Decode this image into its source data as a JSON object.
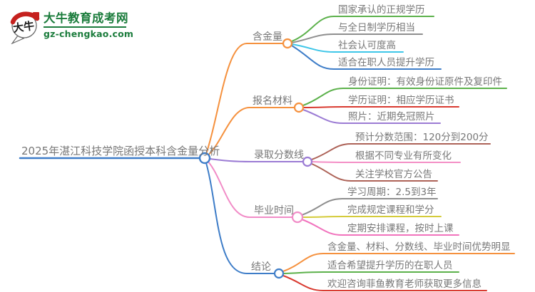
{
  "logo": {
    "icon_text": "大牛",
    "title": "大牛教育成考网",
    "domain": "gz-chengkao.com",
    "brand_color": "#1b7c3c",
    "seal_color": "#c5211e"
  },
  "central": {
    "title": "2025年湛江科技学院函授本科含金量分析",
    "color": "#3e7dc8"
  },
  "branches": [
    {
      "label": "含金量",
      "color": "#f5913e",
      "children": [
        {
          "text": "国家承认的正规学历",
          "color": "#5cb14b"
        },
        {
          "text": "与全日制学历相当",
          "color": "#8e8e8e"
        },
        {
          "text": "社会认可度高",
          "color": "#3ec6e8"
        },
        {
          "text": "适合在职人员提升学历",
          "color": "#3e7dc8"
        }
      ]
    },
    {
      "label": "报名材料",
      "color": "#f5913e",
      "children": [
        {
          "text": "身份证明：有效身份证原件及复印件",
          "color": "#5cb14b"
        },
        {
          "text": "学历证明：相应学历证书",
          "color": "#d93a30"
        },
        {
          "text": "照片：近期免冠照片",
          "color": "#9b7bd4"
        }
      ]
    },
    {
      "label": "录取分数线",
      "color": "#9b7bd4",
      "children": [
        {
          "text": "预计分数范围：120分到200分",
          "color": "#ad6257"
        },
        {
          "text": "根据不同专业有所变化",
          "color": "#f48fc6"
        },
        {
          "text": "关注学校官方公告",
          "color": "#ad6257"
        }
      ]
    },
    {
      "label": "毕业时间",
      "color": "#f18cc7",
      "children": [
        {
          "text": "学习周期：2.5到3年",
          "color": "#8e8e8e"
        },
        {
          "text": "完成规定课程和学分",
          "color": "#d4cb3a"
        },
        {
          "text": "定期安排课程，按时上课",
          "color": "#f173bd"
        }
      ]
    },
    {
      "label": "结论",
      "color": "#3e7dc8",
      "children": [
        {
          "text": "含金量、材料、分数线、毕业时间优势明显",
          "color": "#f5913e"
        },
        {
          "text": "适合希望提升学历的在职人员",
          "color": "#5cb14b"
        },
        {
          "text": "欢迎咨询菲鱼教育老师获取更多信息",
          "color": "#d93a30"
        }
      ]
    }
  ]
}
